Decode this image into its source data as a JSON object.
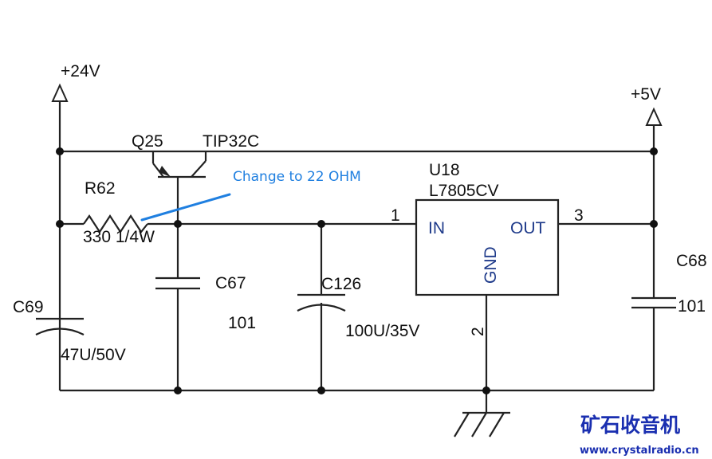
{
  "rails": {
    "v24": "+24V",
    "v5": "+5V"
  },
  "transistor": {
    "ref": "Q25",
    "part": "TIP32C"
  },
  "resistor": {
    "ref": "R62",
    "value": "330 1/4W"
  },
  "annotation": {
    "text": "Change to 22 OHM",
    "color": "#1f7fe0"
  },
  "caps": {
    "c67": {
      "ref": "C67",
      "value": "101"
    },
    "c126": {
      "ref": "C126",
      "value": "100U/35V"
    },
    "c69": {
      "ref": "C69",
      "value": "47U/50V"
    },
    "c68": {
      "ref": "C68",
      "value": "101"
    }
  },
  "regulator": {
    "ref": "U18",
    "part": "L7805CV",
    "pin_in": "IN",
    "pin_out": "OUT",
    "pin_gnd": "GND",
    "pin1": "1",
    "pin2": "2",
    "pin3": "3",
    "text_color": "#1e3a8a"
  },
  "watermark": {
    "title": "矿石收音机",
    "url": "www.crystalradio.cn",
    "color": "#1a2fb0"
  }
}
